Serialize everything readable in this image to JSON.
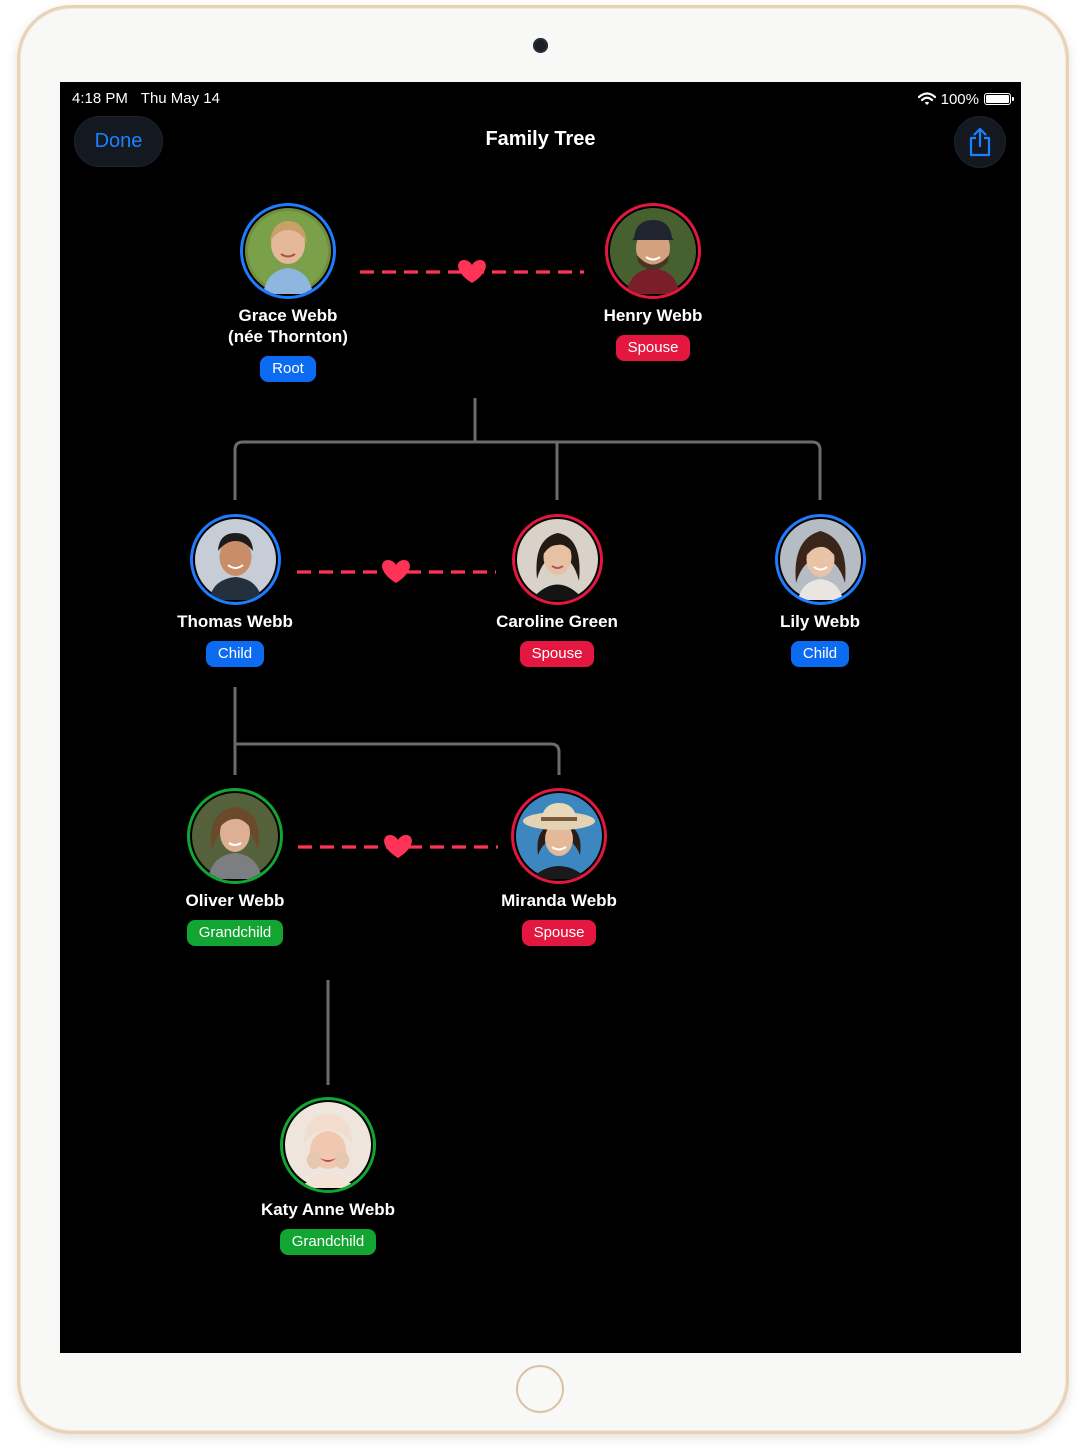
{
  "status_bar": {
    "time": "4:18 PM",
    "date": "Thu May 14",
    "battery": "100%"
  },
  "nav": {
    "done_label": "Done",
    "title": "Family Tree",
    "share_icon": "share-icon"
  },
  "colors": {
    "root": "#0b6cf2",
    "child": "#0b6cf2",
    "spouse": "#e3173f",
    "grandchild": "#12a532",
    "accent": "#1a82ff",
    "marriage_line": "#ff3355",
    "tree_line": "#6b6b6b"
  },
  "people": [
    {
      "id": "grace",
      "name_line1": "Grace Webb",
      "name_line2": "(née Thornton)",
      "badge": "Root",
      "role": "root"
    },
    {
      "id": "henry",
      "name_line1": "Henry Webb",
      "badge": "Spouse",
      "role": "spouse"
    },
    {
      "id": "thomas",
      "name_line1": "Thomas Webb",
      "badge": "Child",
      "role": "child"
    },
    {
      "id": "caroline",
      "name_line1": "Caroline Green",
      "badge": "Spouse",
      "role": "spouse"
    },
    {
      "id": "lily",
      "name_line1": "Lily Webb",
      "badge": "Child",
      "role": "child"
    },
    {
      "id": "oliver",
      "name_line1": "Oliver Webb",
      "badge": "Grandchild",
      "role": "grandchild"
    },
    {
      "id": "miranda",
      "name_line1": "Miranda Webb",
      "badge": "Spouse",
      "role": "spouse"
    },
    {
      "id": "katy",
      "name_line1": "Katy Anne Webb",
      "badge": "Grandchild",
      "role": "grandchild"
    }
  ]
}
